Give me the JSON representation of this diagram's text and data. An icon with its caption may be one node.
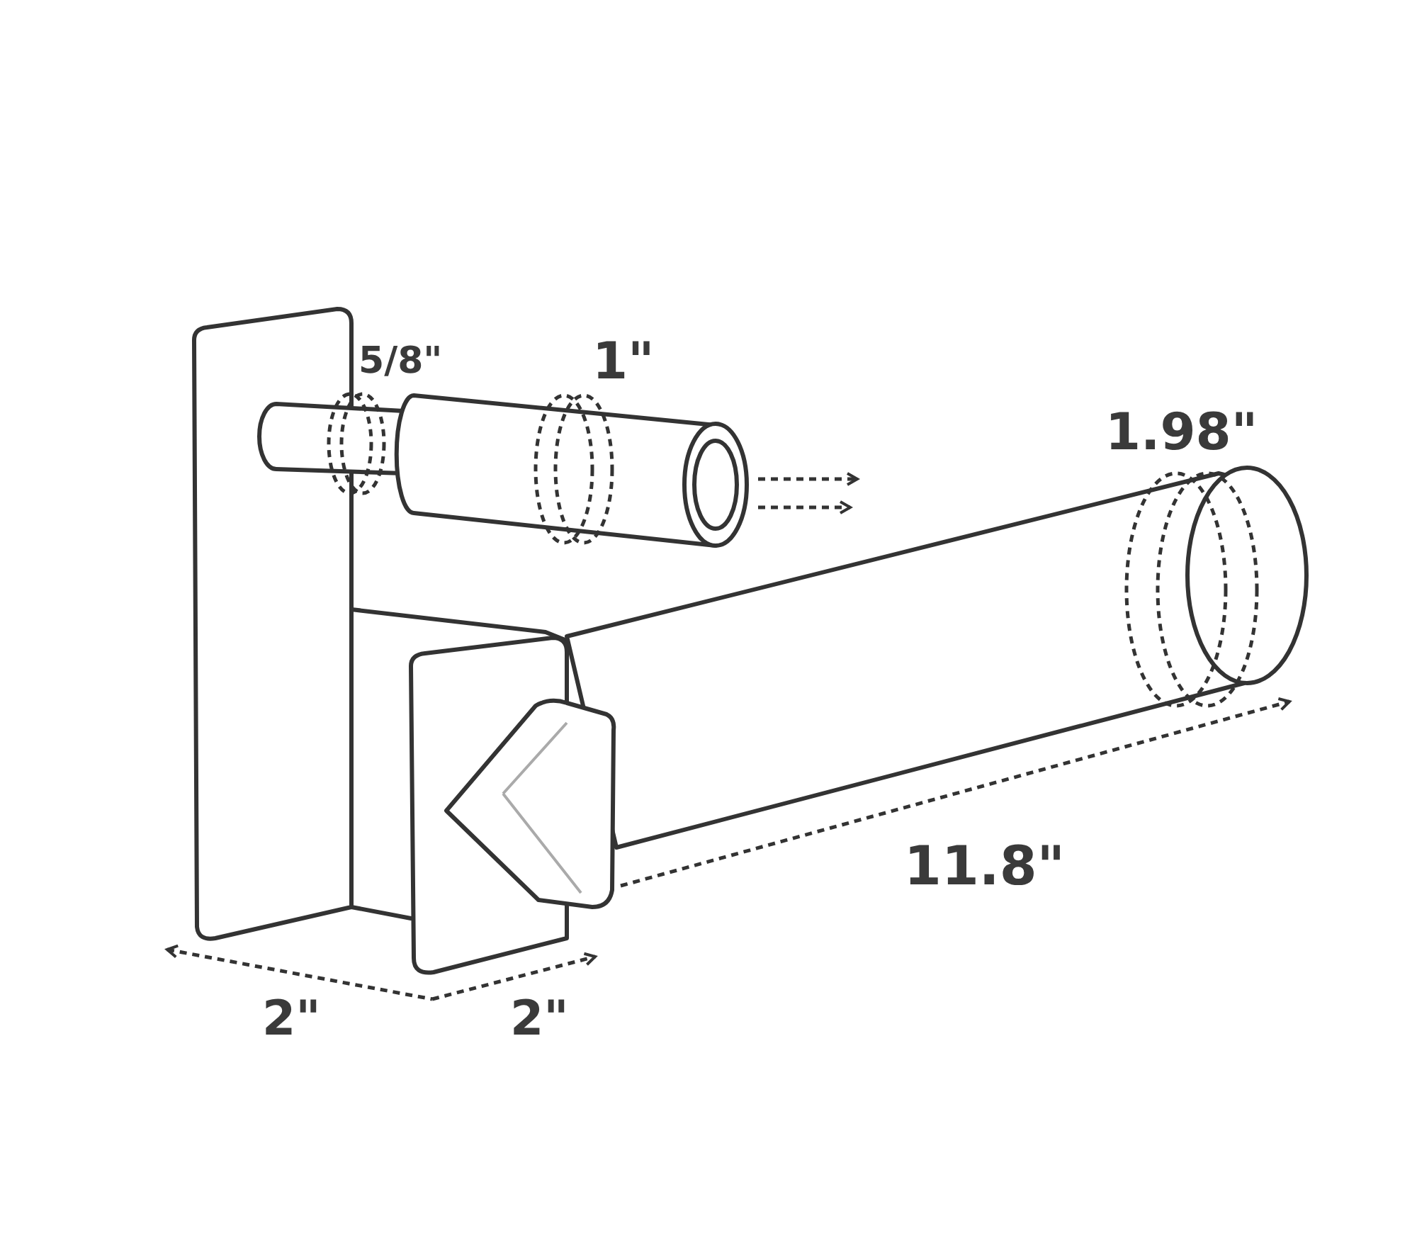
{
  "diagram": {
    "labels": [
      "5/8\"",
      "1\"",
      "1.98\"",
      "11.8\"",
      "2\"",
      "2\""
    ]
  }
}
